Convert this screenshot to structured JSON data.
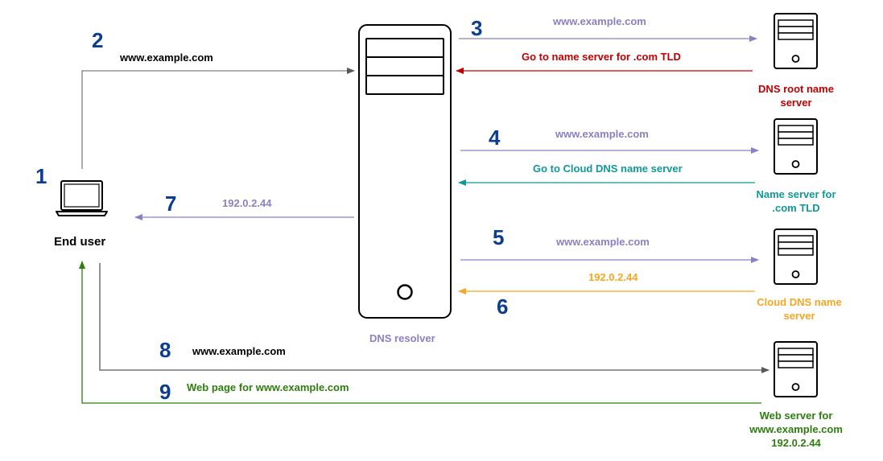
{
  "nodes": {
    "end_user": {
      "label": "End user"
    },
    "dns_resolver": {
      "label": "DNS resolver"
    },
    "root_server": {
      "label": "DNS root name server"
    },
    "tld_server": {
      "label": "Name server for .com TLD"
    },
    "cloud_dns": {
      "label": "Cloud DNS name server"
    },
    "web_server": {
      "label": "Web server for www.example.com 192.0.2.44"
    }
  },
  "steps": {
    "s1": "1",
    "s2": "2",
    "s3": "3",
    "s4": "4",
    "s5": "5",
    "s6": "6",
    "s7": "7",
    "s8": "8",
    "s9": "9"
  },
  "edges": {
    "e2": "www.example.com",
    "e3_query": "www.example.com",
    "e3_reply": "Go to name server for .com TLD",
    "e4_query": "www.example.com",
    "e4_reply": "Go to Cloud DNS name server",
    "e5_query": "www.example.com",
    "e6_reply": "192.0.2.44",
    "e7_reply": "192.0.2.44",
    "e8_request": "www.example.com",
    "e9_response": "Web page for www.example.com"
  },
  "colors": {
    "query": "#8c7fc4",
    "neutral": "#7f7f7f",
    "root": "#c00000",
    "tld": "#0f9999",
    "cloud": "#f5a623",
    "web": "#2e7d0f",
    "number": "#0d3d91",
    "text": "#000000"
  }
}
